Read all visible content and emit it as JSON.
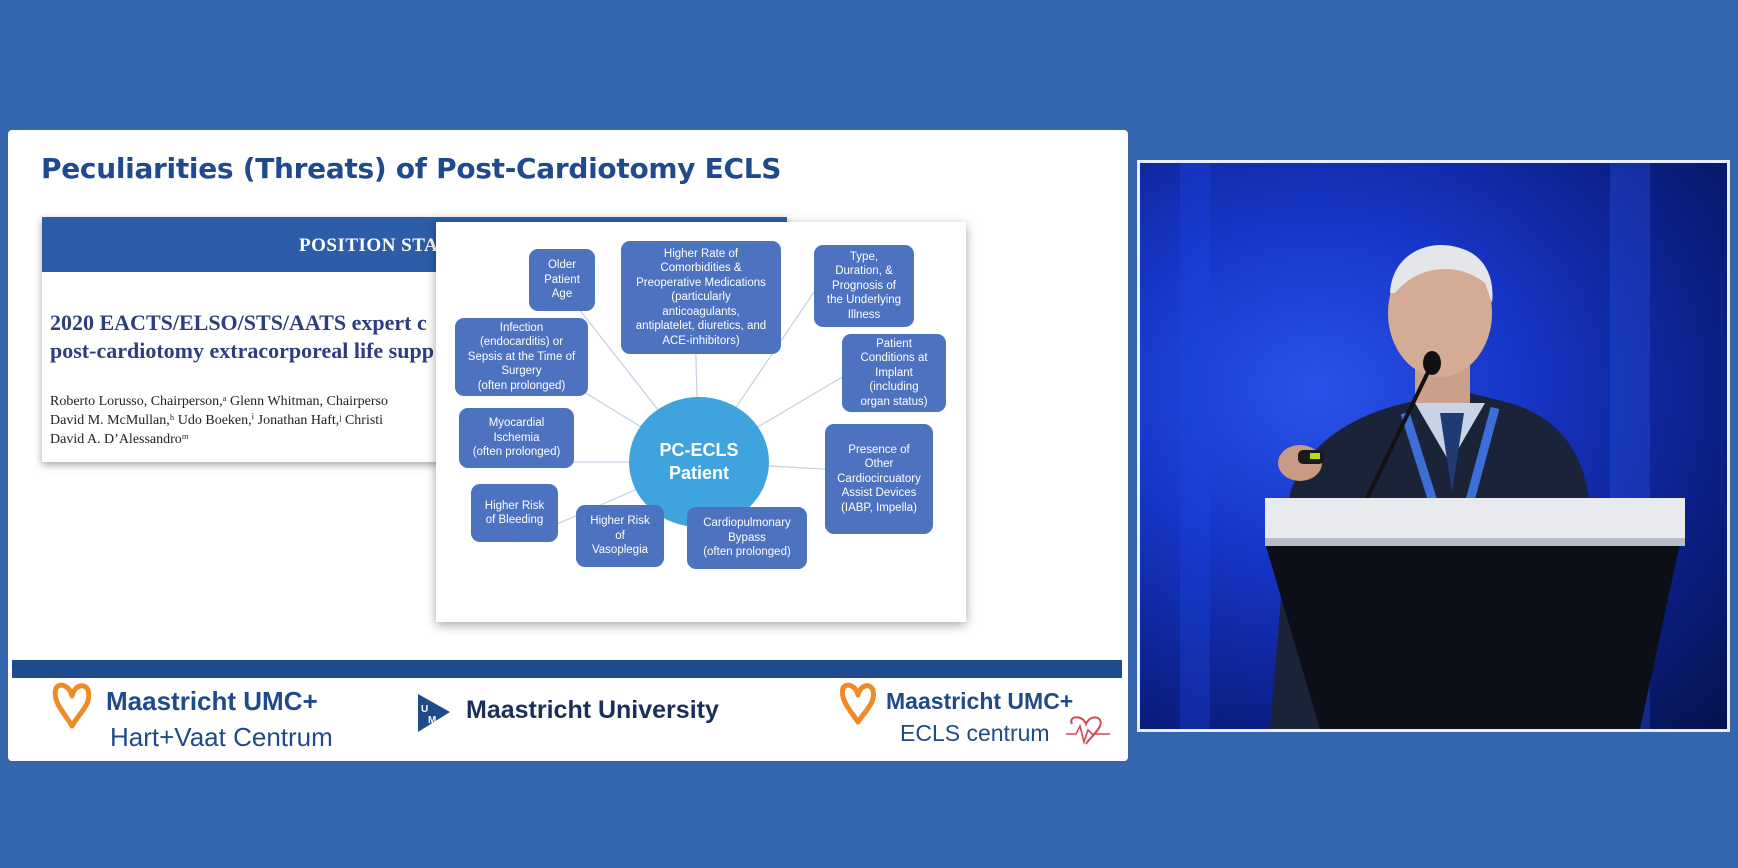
{
  "slide": {
    "title": "Peculiarities (Threats) of Post-Cardiotomy ECLS",
    "paper": {
      "band_text": "POSITION STA",
      "title_line1": "2020 EACTS/ELSO/STS/AATS expert c",
      "title_line2": "post-cardiotomy extracorporeal life supp",
      "authors_line1": "Roberto Lorusso, Chairperson,ᵃ Glenn Whitman, Chairperso",
      "authors_line2": "David M. McMullan,ʰ Udo Boeken,ⁱ Jonathan Haft,ʲ Christi",
      "authors_line3": "David A. D’Alessandroᵐ"
    },
    "diagram": {
      "center": "PC-ECLS\nPatient",
      "nodes": [
        "Older\nPatient\nAge",
        "Higher Rate of\nComorbidities &\nPreoperative Medications\n(particularly\nanticoagulants,\nantiplatelet, diuretics, and\nACE-inhibitors)",
        "Type,\nDuration, &\nPrognosis of\nthe Underlying\nIllness",
        "Infection\n(endocarditis) or\nSepsis at the Time of\nSurgery\n(often prolonged)",
        "Patient\nConditions at\nImplant\n(including\norgan status)",
        "Myocardial\nIschemia\n(often prolonged)",
        "Presence of\nOther\nCardiocircuatory\nAssist Devices\n(IABP, Impella)",
        "Higher Risk\nof Bleeding",
        "Higher Risk\nof\nVasoplegia",
        "Cardiopulmonary\nBypass\n(often prolonged)"
      ]
    },
    "footer": {
      "logo1_line1": "Maastricht UMC+",
      "logo1_line2": "Hart+Vaat Centrum",
      "logo2": "Maastricht University",
      "logo3_line1": "Maastricht UMC+",
      "logo3_line2": "ECLS centrum"
    }
  },
  "colors": {
    "background": "#3366ad",
    "title": "#1f4a8c",
    "node": "#4c72c0",
    "center": "#3fa4de",
    "logo_orange": "#f08a24"
  }
}
